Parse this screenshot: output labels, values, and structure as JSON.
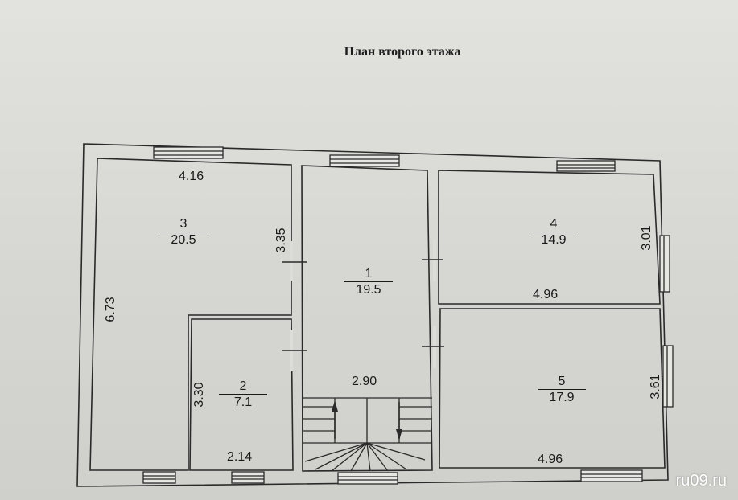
{
  "title": "План второго этажа",
  "rooms": [
    {
      "number": "1",
      "area": "19.5"
    },
    {
      "number": "2",
      "area": "7.1"
    },
    {
      "number": "3",
      "area": "20.5"
    },
    {
      "number": "4",
      "area": "14.9"
    },
    {
      "number": "5",
      "area": "17.9"
    }
  ],
  "dimensions": {
    "room3_width": "4.16",
    "room3_partition": "3.35",
    "room3_height": "6.73",
    "room2_height": "3.30",
    "room2_width": "2.14",
    "room1_width": "2.90",
    "room4_width": "4.96",
    "room4_height": "3.01",
    "room5_width": "4.96",
    "room5_height": "3.61"
  },
  "watermark": "ru09.ru",
  "colors": {
    "line": "#2a2a2a",
    "paper": "#dcdcd8",
    "wall_fill": "#d4d4d0"
  }
}
